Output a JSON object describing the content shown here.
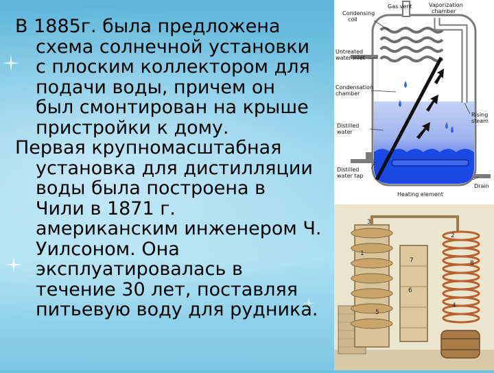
{
  "slide": {
    "paragraphs": [
      {
        "lines": [
          "В 1885г. была предложена",
          "схема солнечной установки",
          "с плоским коллектором для",
          "подачи воды, причем он",
          "был смонтирован на крыше",
          "пристройки к дому."
        ]
      },
      {
        "lines": [
          "Первая крупномасштабная",
          "установка для дистилляции",
          "воды была построена в",
          "Чили в 1871 г.",
          "американским инженером Ч.",
          "Уилсоном.      Она",
          "эксплуатировалась в",
          "течение 30 лет, поставляя",
          "питьевую воду для рудника."
        ]
      }
    ]
  },
  "diagram": {
    "labels": {
      "gas_vent": "Gas vent",
      "vaporization_1": "Vaporization",
      "vaporization_2": "chamber",
      "condensing_1": "Condensing",
      "condensing_2": "coil",
      "untreated_1": "Untreated",
      "untreated_2": "water inlet",
      "condensation_1": "Condensation",
      "condensation_2": "chamber",
      "rising_1": "Rising",
      "rising_2": "steam",
      "distilled_1": "Distilled",
      "distilled_2": "water",
      "tap_1": "Distilled",
      "tap_2": "water tap",
      "drain": "Drain",
      "heating": "Heating element"
    },
    "colors": {
      "water": "#1a49e6",
      "water_light": "#b9c7f2",
      "vessel": "#808080"
    }
  },
  "photo": {
    "numbers": [
      "1",
      "2",
      "3",
      "4",
      "5",
      "6",
      "7",
      "8"
    ]
  }
}
